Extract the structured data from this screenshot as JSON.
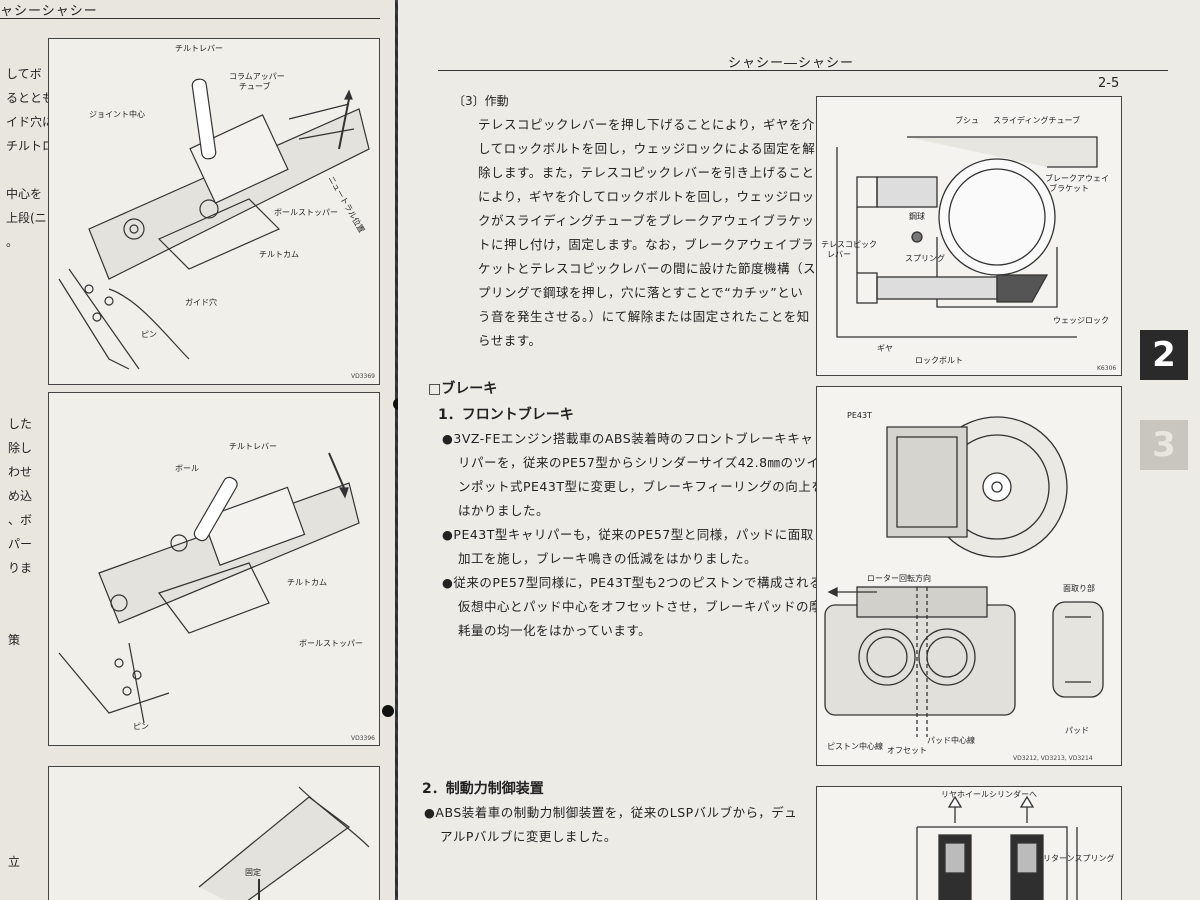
{
  "left_page": {
    "header": "ャシーシャシー",
    "diagram1": {
      "labels": {
        "tilt_lever": "チルトレバー",
        "column_upper": "コラムアッパー",
        "tube": "チューブ",
        "joint_center": "ジョイント中心",
        "neutral": "ニュートラル位置",
        "ball_stopper": "ボールストッパー",
        "tilt_cam": "チルトカム",
        "guide_hole": "ガイド穴",
        "pin": "ピン"
      },
      "code": "VD3369"
    },
    "diagram2": {
      "labels": {
        "tilt_lever": "チルトレバー",
        "ball": "ボール",
        "tilt_cam": "チルトカム",
        "ball_stopper": "ボールストッパー",
        "pin": "ピン"
      },
      "code": "VD3396"
    },
    "diagram3": {
      "labels": {
        "fixed": "固定"
      }
    },
    "side_text_top": [
      "してボ",
      "るととも",
      "イド穴に",
      "チルトロ",
      "",
      "中心を",
      "上段(ニ",
      "。"
    ],
    "side_text_mid": [
      "した",
      "除し",
      "わせ",
      "め込",
      "、ボ",
      "パー",
      "りま",
      "",
      "",
      "策"
    ],
    "side_text_bottom": [
      "立"
    ]
  },
  "right_page": {
    "header": "シャシー―シャシー",
    "page_number": "2-5",
    "chapter_tabs": [
      "2",
      "3"
    ],
    "section_operation": {
      "title": "〔3〕作動",
      "lines": [
        "テレスコピックレバーを押し下げることにより，ギヤを介",
        "してロックボルトを回し，ウェッジロックによる固定を解",
        "除します。また，テレスコピックレバーを引き上げること",
        "により，ギヤを介してロックボルトを回し，ウェッジロッ",
        "クがスライディングチューブをブレークアウェイブラケッ",
        "トに押し付け，固定します。なお，ブレークアウェイブラ",
        "ケットとテレスコピックレバーの間に設けた節度機構（ス",
        "プリングで鋼球を押し，穴に落とすことで“カチッ”とい",
        "う音を発生させる。）にて解除または固定されたことを知",
        "らせます。"
      ]
    },
    "section_brake": {
      "title": "□ブレーキ",
      "sub1_title": "1．フロントブレーキ",
      "sub1_lines": [
        "●3VZ-FEエンジン搭載車のABS装着時のフロントブレーキキャ",
        "リパーを，従来のPE57型からシリンダーサイズ42.8㎜のツイ",
        "ンポット式PE43T型に変更し，ブレーキフィーリングの向上を",
        "はかりました。",
        "●PE43T型キャリパーも，従来のPE57型と同様，パッドに面取り",
        "加工を施し，ブレーキ鳴きの低減をはかりました。",
        "●従来のPE57型同様に，PE43T型も2つのピストンで構成される",
        "仮想中心とパッド中心をオフセットさせ，ブレーキパッドの摩",
        "耗量の均一化をはかっています。"
      ],
      "sub2_title": "2．制動力制御装置",
      "sub2_lines": [
        "●ABS装着車の制動力制御装置を，従来のLSPバルブから，デュ",
        "アルPバルブに変更しました。"
      ]
    },
    "fig_lock": {
      "labels": {
        "bush": "ブシュ",
        "sliding_tube": "スライディングチューブ",
        "breakaway1": "ブレークアウェイ",
        "breakaway2": "ブラケット",
        "steel_ball": "鋼球",
        "telescopic1": "テレスコピック",
        "telescopic2": "レバー",
        "spring": "スプリング",
        "wedge_lock": "ウェッジロック",
        "gear": "ギヤ",
        "lock_bolt": "ロックボルト"
      },
      "code": "K6306"
    },
    "fig_caliper": {
      "labels": {
        "pe43t": "PE43T",
        "rotor_dir": "ローター回転方向",
        "chamfer": "面取り部",
        "pad": "パッド",
        "piston_center": "ピストン中心線",
        "offset": "オフセット",
        "pad_center": "パッド中心線"
      },
      "code": "VD3212, VD3213, VD3214"
    },
    "fig_valve": {
      "labels": {
        "rear_wheel": "リヤホイールシリンダーへ",
        "return_spring": "リターンスプリング"
      }
    }
  }
}
